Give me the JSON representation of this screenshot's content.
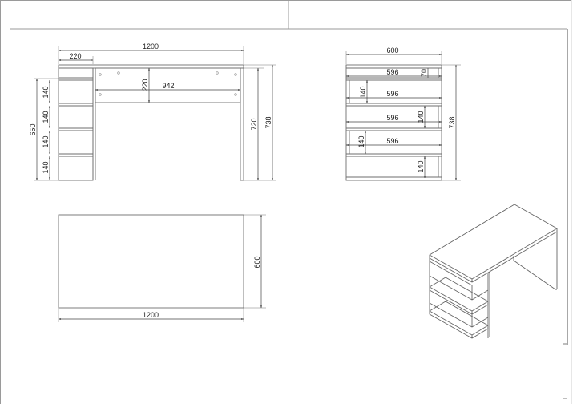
{
  "drawing": {
    "type": "furniture-technical-drawing",
    "subject": "desk with side shelving unit",
    "units": "mm"
  },
  "views": {
    "front": {
      "overall_width": "1200",
      "shelf_unit_width": "220",
      "modesty_panel_height": "220",
      "inner_width": "942",
      "shelf_unit_height": "650",
      "shelf_spacings": [
        "140",
        "140",
        "140",
        "140"
      ],
      "leg_height": "720",
      "overall_height": "738"
    },
    "side": {
      "overall_depth": "600",
      "inner_depths": [
        "596",
        "596",
        "596",
        "596"
      ],
      "top_gap": "70",
      "shelf_spacings": [
        "140",
        "140",
        "140",
        "140"
      ],
      "overall_height": "738"
    },
    "top": {
      "width": "1200",
      "depth": "600"
    },
    "isometric": {
      "label": ""
    }
  },
  "colors": {
    "line": "#6e6e6e",
    "dimension": "#444444",
    "frame": "#9a9a9a",
    "background": "#ffffff"
  }
}
